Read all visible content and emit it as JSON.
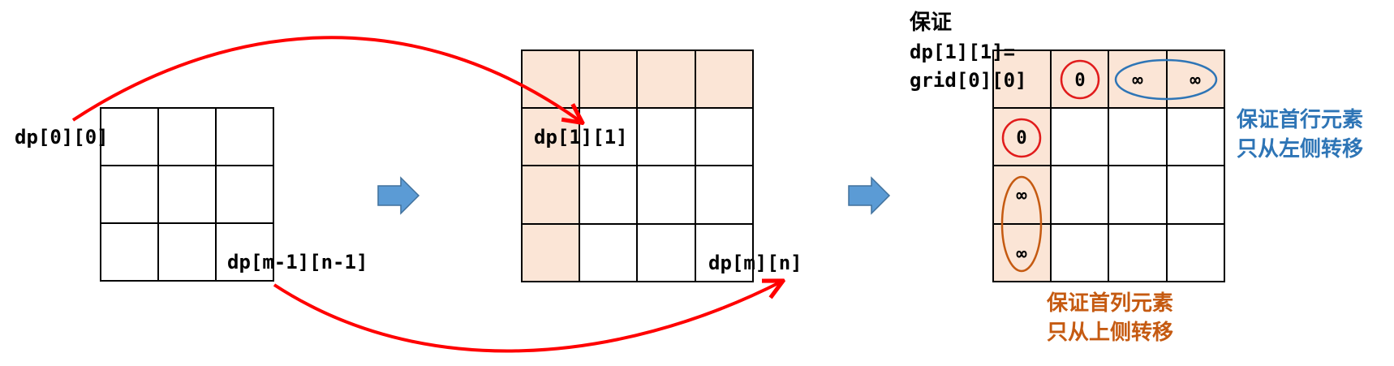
{
  "grid1": {
    "start_label": "dp[0][0]",
    "end_label": "dp[m-1][n-1]"
  },
  "grid2": {
    "start_label": "dp[1][1]",
    "end_label": "dp[m][n]"
  },
  "grid3": {
    "guarantee_heading": "保证",
    "guarantee_line1": "dp[1][1]=",
    "guarantee_line2": "grid[0][0]",
    "row0_values": [
      "0",
      "∞",
      "∞"
    ],
    "col0_values": [
      "0",
      "∞",
      "∞"
    ],
    "first_row_note_line1": "保证首行元素",
    "first_row_note_line2": "只从左侧转移",
    "first_col_note_line1": "保证首列元素",
    "first_col_note_line2": "只从上侧转移"
  },
  "colors": {
    "arrow_red": "#ff0000",
    "circle_red": "#e11b1b",
    "highlight_fill": "#fbe5d6",
    "blue_arrow": "#5b9bd5",
    "blue_text": "#2e75b6",
    "orange_text": "#c55a11",
    "grid_line": "#000000"
  }
}
